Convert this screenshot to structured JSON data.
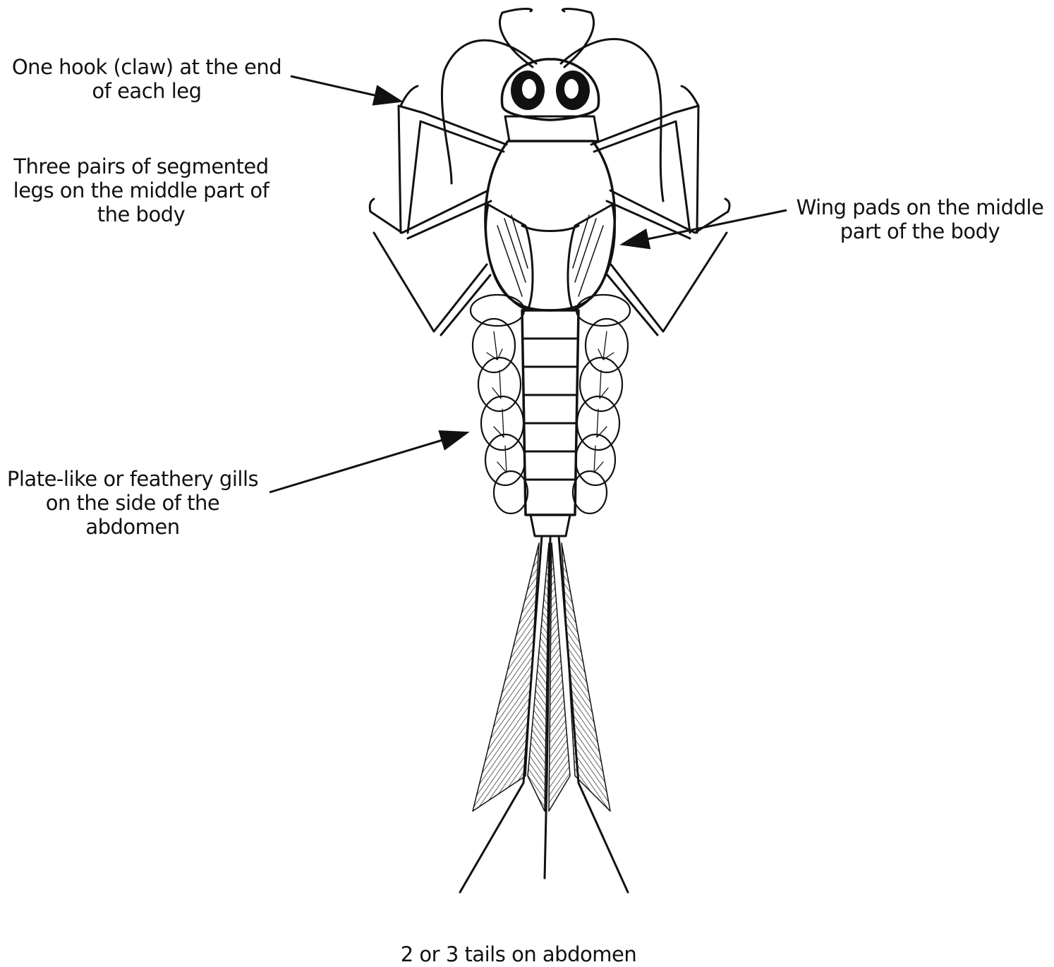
{
  "labels": {
    "hook": [
      "One hook (claw) at the end",
      "of each leg"
    ],
    "legs": [
      "Three pairs of segmented",
      "legs on the middle part of",
      "the body"
    ],
    "wing_pads": [
      "Wing pads on the middle",
      "part of the body"
    ],
    "gills": [
      "Plate-like or feathery gills",
      "on the side of the",
      "abdomen"
    ],
    "tails": [
      "2 or 3 tails on abdomen"
    ]
  },
  "colors": {
    "ink": "#111111",
    "paper": "#ffffff"
  }
}
